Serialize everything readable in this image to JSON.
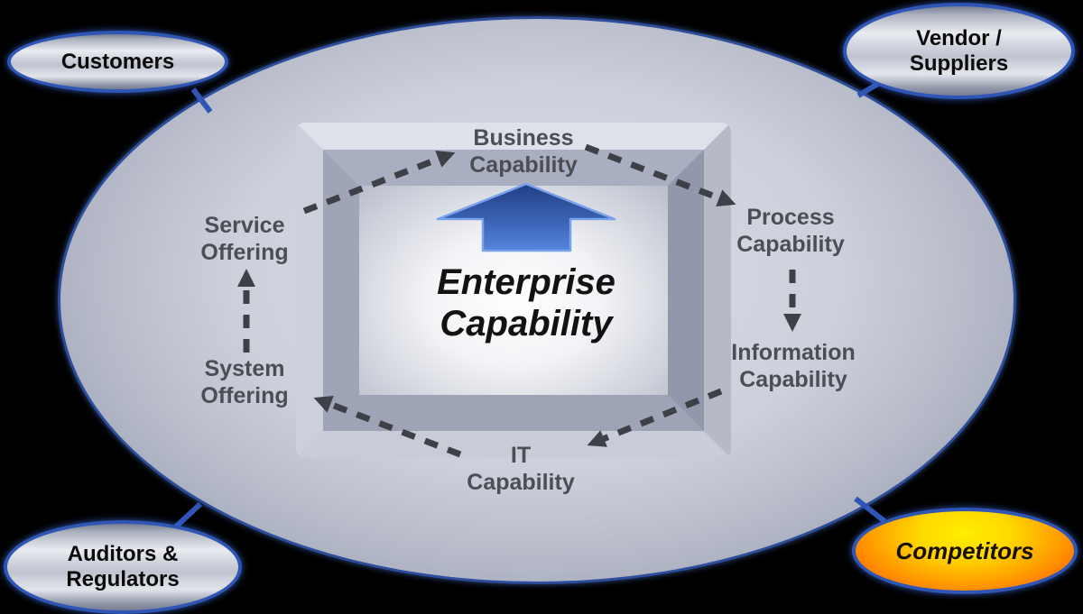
{
  "center": {
    "line1": "Enterprise",
    "line2": "Capability"
  },
  "cycle": {
    "business": {
      "line1": "Business",
      "line2": "Capability"
    },
    "process": {
      "line1": "Process",
      "line2": "Capability"
    },
    "information": {
      "line1": "Information",
      "line2": "Capability"
    },
    "it": {
      "line1": "IT",
      "line2": "Capability"
    },
    "system": {
      "line1": "System",
      "line2": "Offering"
    },
    "service": {
      "line1": "Service",
      "line2": "Offering"
    }
  },
  "satellites": {
    "customers": {
      "line1": "Customers"
    },
    "vendor_suppliers": {
      "line1": "Vendor /",
      "line2": "Suppliers"
    },
    "auditors_regulators": {
      "line1": "Auditors &",
      "line2": "Regulators"
    },
    "competitors": {
      "line1": "Competitors"
    }
  },
  "colors": {
    "background": "#000000",
    "main_ellipse_border": "#2c4d9b",
    "satellite_border": "#2f55b5",
    "dashed_arrow": "#3d4147",
    "label_text": "#4b4e54",
    "center_text": "#121212",
    "blue_arrow_top": "#203f85",
    "blue_arrow_bottom": "#5585dc",
    "competitors_gradient_center": "#ffee00",
    "competitors_gradient_edge": "#ff4b00"
  }
}
